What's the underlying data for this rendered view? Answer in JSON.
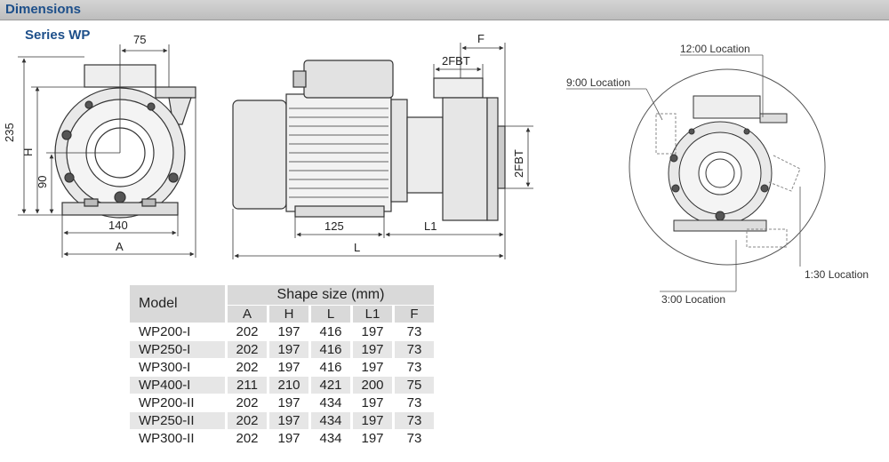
{
  "header": {
    "title": "Dimensions"
  },
  "series": {
    "title": "Series WP"
  },
  "front_view": {
    "dim_top": "75",
    "dim_height": "235",
    "dim_h": "H",
    "dim_90": "90",
    "dim_140": "140",
    "dim_a": "A"
  },
  "side_view": {
    "dim_f": "F",
    "dim_2fbt_top": "2FBT",
    "dim_2fbt_side": "2FBT",
    "dim_125": "125",
    "dim_l1": "L1",
    "dim_l": "L"
  },
  "locations": {
    "loc_12": "12:00 Location",
    "loc_9": "9:00 Location",
    "loc_130": "1:30 Location",
    "loc_3": "3:00 Location"
  },
  "table": {
    "model_header": "Model",
    "group_header": "Shape size (mm)",
    "columns": [
      "A",
      "H",
      "L",
      "L1",
      "F"
    ],
    "rows": [
      {
        "model": "WP200-I",
        "values": [
          "202",
          "197",
          "416",
          "197",
          "73"
        ]
      },
      {
        "model": "WP250-I",
        "values": [
          "202",
          "197",
          "416",
          "197",
          "73"
        ]
      },
      {
        "model": "WP300-I",
        "values": [
          "202",
          "197",
          "416",
          "197",
          "73"
        ]
      },
      {
        "model": "WP400-I",
        "values": [
          "211",
          "210",
          "421",
          "200",
          "75"
        ]
      },
      {
        "model": "WP200-II",
        "values": [
          "202",
          "197",
          "434",
          "197",
          "73"
        ]
      },
      {
        "model": "WP250-II",
        "values": [
          "202",
          "197",
          "434",
          "197",
          "73"
        ]
      },
      {
        "model": "WP300-II",
        "values": [
          "202",
          "197",
          "434",
          "197",
          "73"
        ]
      }
    ]
  }
}
